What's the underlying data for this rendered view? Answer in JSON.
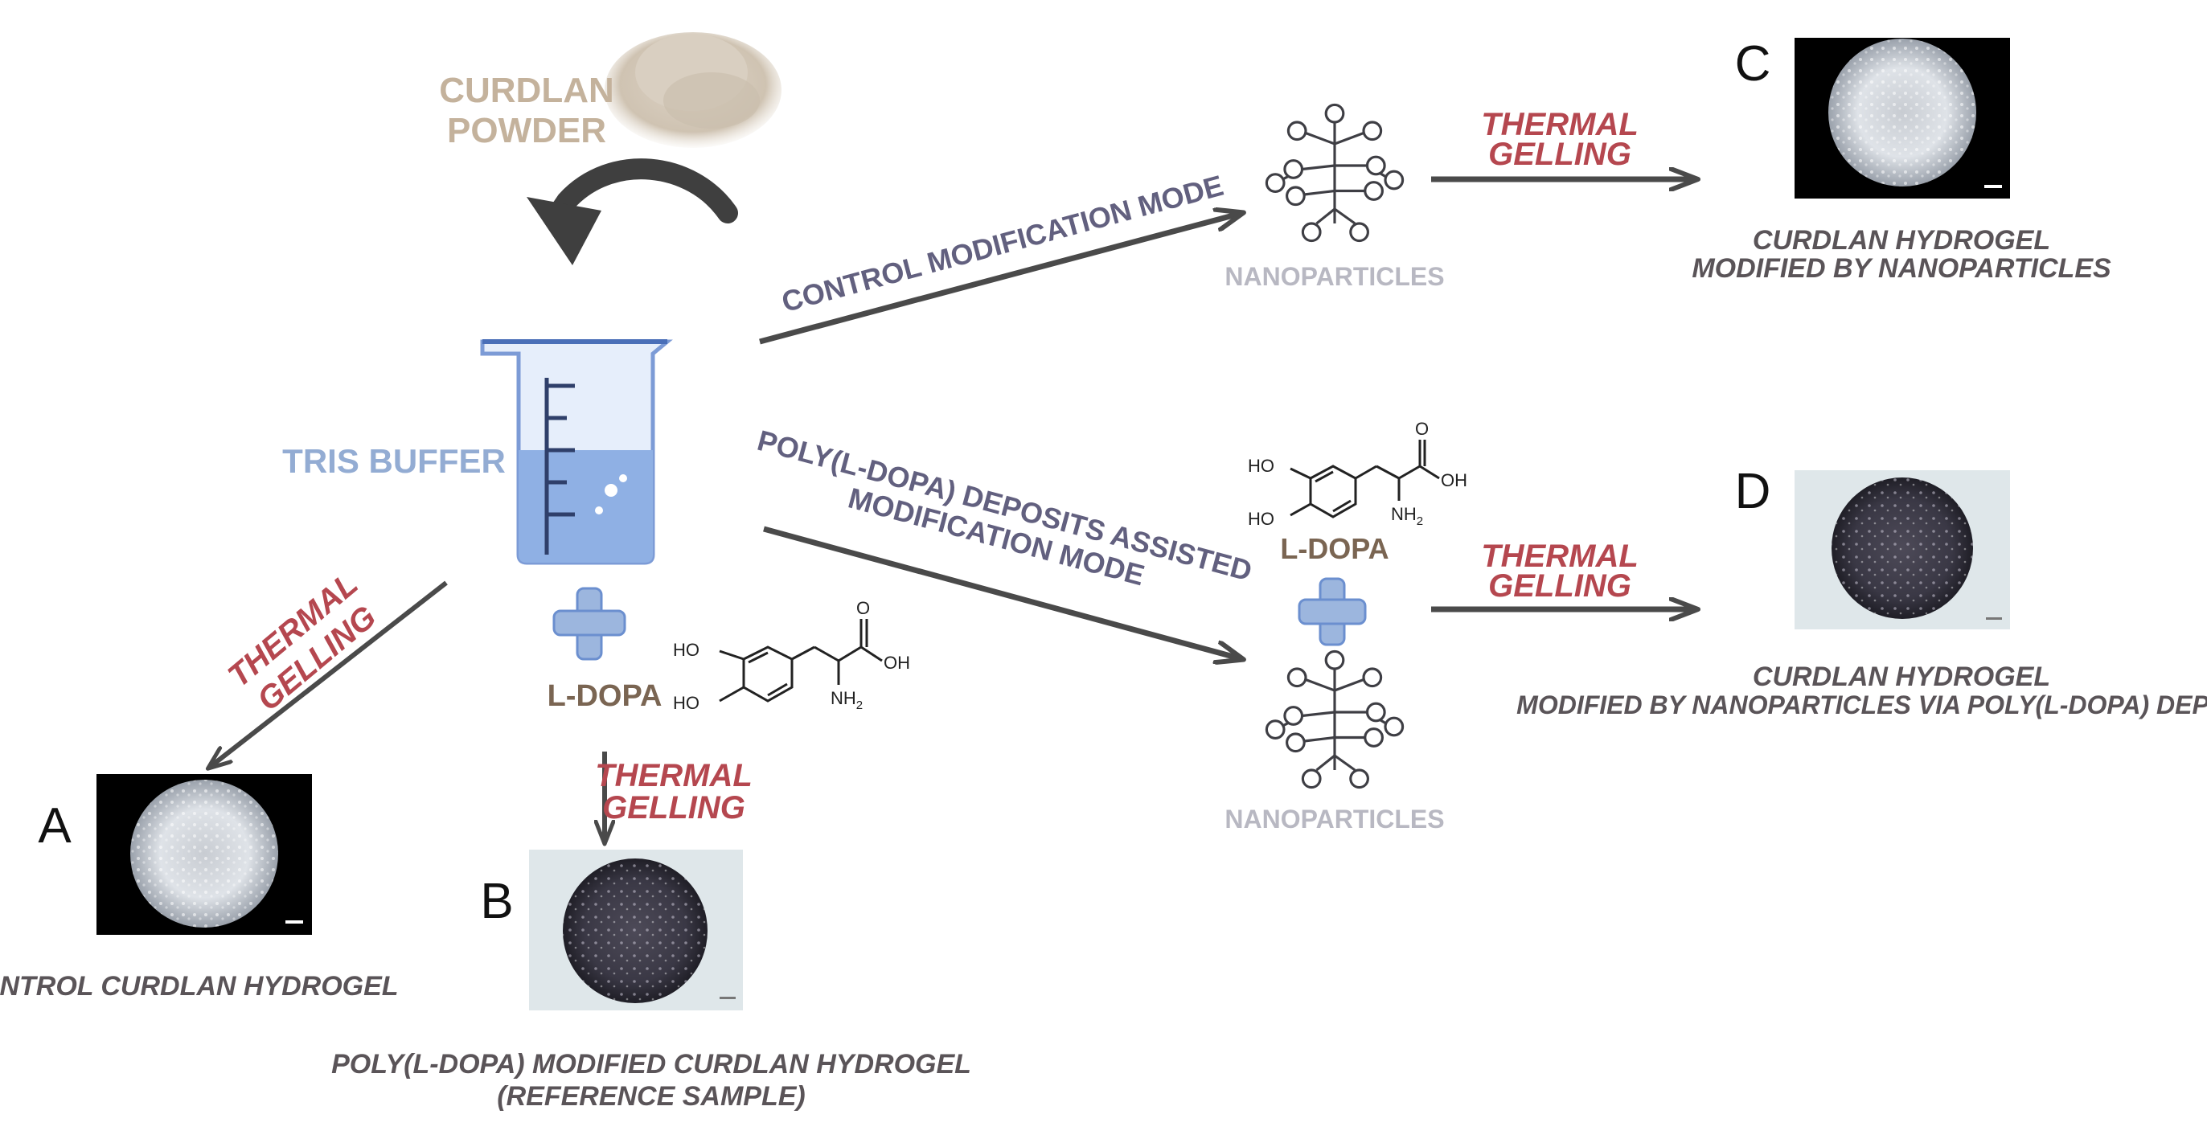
{
  "colors": {
    "arrow": "#4a4a4a",
    "thermal": "#b5474f",
    "mode": "#62607f",
    "caption": "#5a5458",
    "curdlan": "#c4b29c",
    "tris": "#93acd3",
    "ldopa": "#7a6552",
    "nano": "#b8b8c2",
    "plus": "#9cb6de",
    "beaker": "#6b8fcf"
  },
  "curdlan_powder": [
    "CURDLAN",
    "POWDER"
  ],
  "tris_buffer": "TRIS BUFFER",
  "l_dopa": "L-DOPA",
  "thermal_gelling": [
    "THERMAL",
    "GELLING"
  ],
  "control_mode": "CONTROL MODIFICATION MODE",
  "poly_mode": [
    "POLY(L-DOPA) DEPOSITS ASSISTED",
    "MODIFICATION MODE"
  ],
  "nanoparticles": "NANOPARTICLES",
  "chem": {
    "ho": "HO",
    "oh": "OH",
    "o": "O",
    "nh2": "NH",
    "sub2": "2"
  },
  "samples": {
    "a": {
      "letter": "A",
      "caption": [
        "CONTROL CURDLAN HYDROGEL"
      ]
    },
    "b": {
      "letter": "B",
      "caption": [
        "POLY(L-DOPA) MODIFIED CURDLAN HYDROGEL",
        "(REFERENCE SAMPLE)"
      ]
    },
    "c": {
      "letter": "C",
      "caption": [
        "CURDLAN HYDROGEL",
        "MODIFIED BY NANOPARTICLES"
      ]
    },
    "d": {
      "letter": "D",
      "caption": [
        "CURDLAN HYDROGEL",
        "MODIFIED BY NANOPARTICLES VIA POLY(L-DOPA) DEPOSITS"
      ]
    }
  }
}
